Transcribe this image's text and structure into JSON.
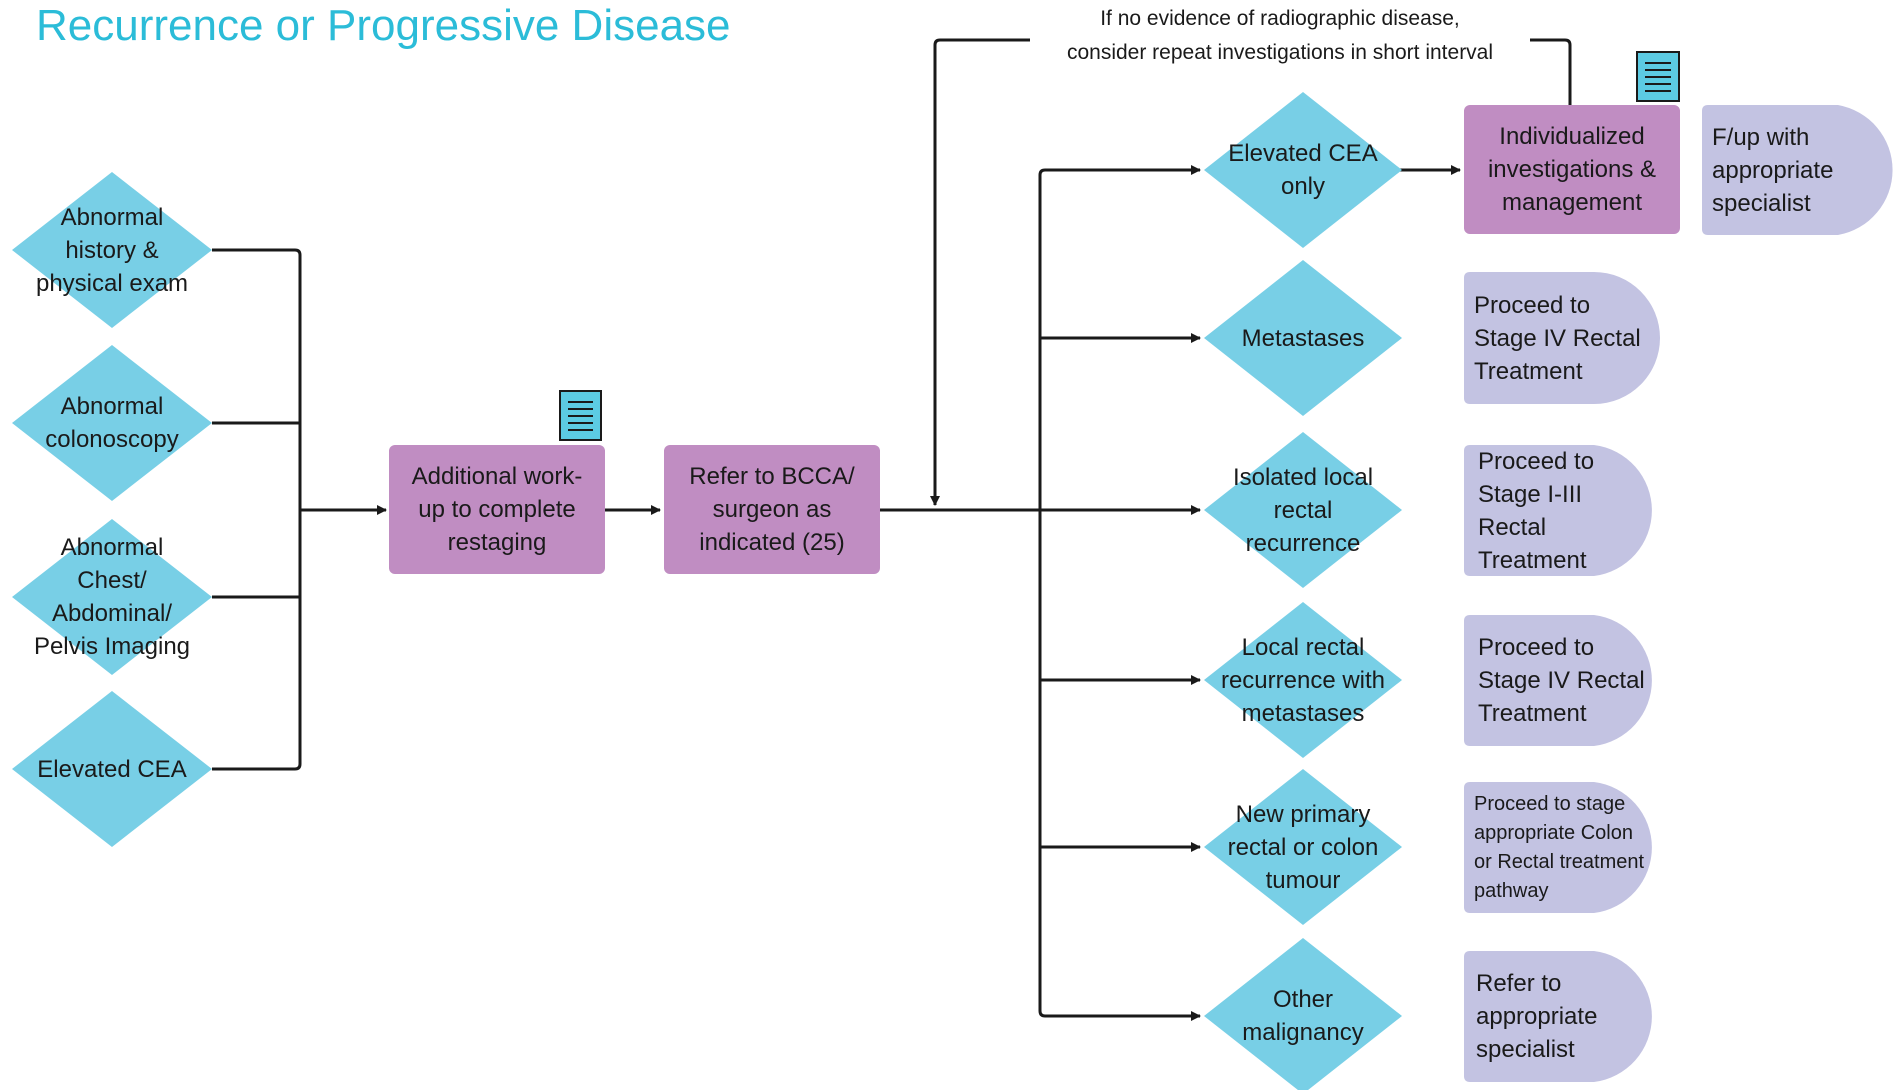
{
  "title": "Recurrence or Progressive Disease",
  "colors": {
    "title": "#2bbcd8",
    "decision": "#78cfe6",
    "process": "#c08dc2",
    "terminal": "#c3c3e2",
    "connector": "#1a1a1a",
    "document_icon": "#5ccbe3"
  },
  "note": "If no evidence of radiographic disease,\nconsider repeat investigations in short interval",
  "triggers": [
    {
      "label": "Abnormal\nhistory &\nphysical exam"
    },
    {
      "label": "Abnormal\ncolonoscopy"
    },
    {
      "label": "Abnormal\nChest/\nAbdominal/\nPelvis Imaging"
    },
    {
      "label": "Elevated CEA"
    }
  ],
  "process": {
    "workup": "Additional work-\nup to complete\nrestaging",
    "refer": "Refer to BCCA/\nsurgeon as\nindicated (25)",
    "individualized": "Individualized\ninvestigations &\nmanagement"
  },
  "outcomes": [
    {
      "decision": "Elevated CEA\nonly",
      "result": "F/up with\nappropriate\nspecialist"
    },
    {
      "decision": "Metastases",
      "result": "Proceed to\nStage IV Rectal\nTreatment"
    },
    {
      "decision": "Isolated local\nrectal\nrecurrence",
      "result": "Proceed to\nStage I-III\nRectal\nTreatment"
    },
    {
      "decision": "Local rectal\nrecurrence with\nmetastases",
      "result": "Proceed to\nStage IV Rectal\nTreatment"
    },
    {
      "decision": "New primary\nrectal or colon\ntumour",
      "result": "Proceed to stage\nappropriate Colon\nor Rectal treatment\npathway"
    },
    {
      "decision": "Other\nmalignancy",
      "result": "Refer to\nappropriate\nspecialist"
    }
  ],
  "icons": [
    "document-icon",
    "document-icon"
  ]
}
